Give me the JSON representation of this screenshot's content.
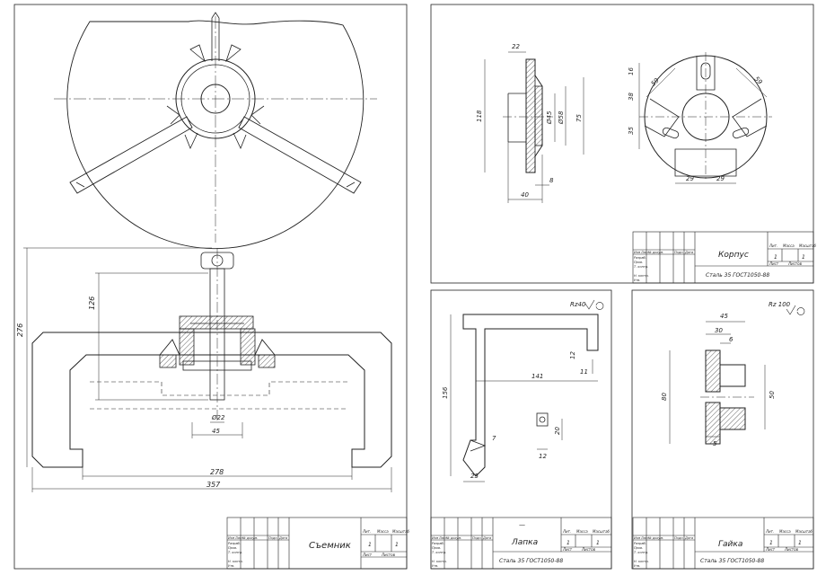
{
  "sheets": {
    "assembly": {
      "title": "Съемник",
      "sheet_no": "1",
      "sheets_total": "1",
      "dims": {
        "total_height": "276",
        "rod_len": "126",
        "rod_dia": "Ø22",
        "inner": "45",
        "span": "278",
        "overall": "357"
      }
    },
    "housing": {
      "title": "Корпус",
      "material": "Сталь 35 ГОСТ1050-88",
      "sheet_no": "1",
      "sheets_total": "1",
      "dims": {
        "d22": "22",
        "d118": "118",
        "d45": "Ø45",
        "d58": "Ø58",
        "d75": "75",
        "d8": "8",
        "d40": "40",
        "d16": "16",
        "d38": "38",
        "d35": "35",
        "d59a": "59",
        "d59b": "59",
        "d29a": "29",
        "d29b": "29"
      }
    },
    "arm": {
      "title": "Лапка",
      "material": "Сталь 35 ГОСТ1050-88",
      "roughness": "Rz40",
      "sheet_no": "1",
      "sheets_total": "1",
      "dims": {
        "d156": "156",
        "d141": "141",
        "d12": "12",
        "d11": "11",
        "d7": "7",
        "d25": "25",
        "d20": "20",
        "d12b": "12"
      }
    },
    "nut": {
      "title": "Гайка",
      "material": "Сталь 35 ГОСТ1050-88",
      "roughness": "Rz 100",
      "sheet_no": "1",
      "sheets_total": "1",
      "dims": {
        "d45": "45",
        "d30": "30",
        "d6": "6",
        "d80": "80",
        "d50": "50",
        "d5": "5"
      }
    }
  },
  "title_block": {
    "headers": [
      "Изм",
      "Лист",
      "№ докум.",
      "Подп.",
      "Дата"
    ],
    "rows": [
      "Разраб.",
      "Пров.",
      "Т. контр.",
      "Н. контр.",
      "Утв."
    ],
    "lit": "Лит.",
    "mass": "Масса",
    "scale": "Масштаб",
    "list": "Лист",
    "lists": "Листов",
    "dash": "—"
  }
}
